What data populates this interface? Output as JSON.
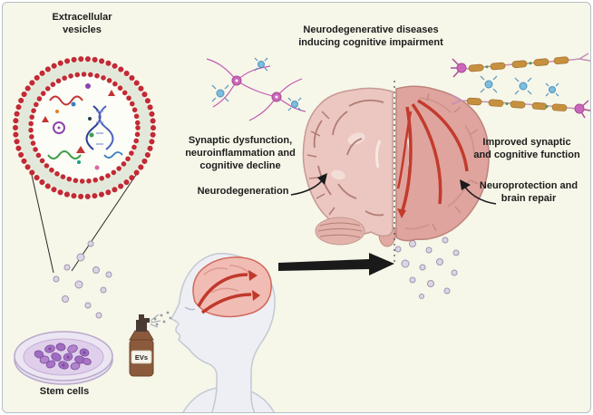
{
  "figure": {
    "background_color": "#f6f6e9",
    "border_color": "#b7bec4"
  },
  "labels": {
    "extracellular_vesicles": "Extracellular\nvesicles",
    "main_title": "Neurodegenerative diseases\ninducing cognitive impairment",
    "left_effects": "Synaptic dysfunction,\nneuroinflammation and\ncognitive decline",
    "left_process": "Neurodegeneration",
    "right_effects": "Improved synaptic\nand cognitive function",
    "right_process": "Neuroprotection and\nbrain repair",
    "stem_cells": "Stem cells",
    "bottle": "EVs"
  },
  "colors": {
    "membrane_red": "#c22a35",
    "brain_pink_left": "#ecc6c0",
    "brain_pink_right": "#dfa49d",
    "tract_red": "#c0392b",
    "neuron_magenta": "#c45ab1",
    "glia_blue": "#7cbede",
    "myelin_tan": "#c6913f",
    "stem_cell_purple": "#9f6cc1",
    "arrow_black": "#1a1a1a"
  }
}
